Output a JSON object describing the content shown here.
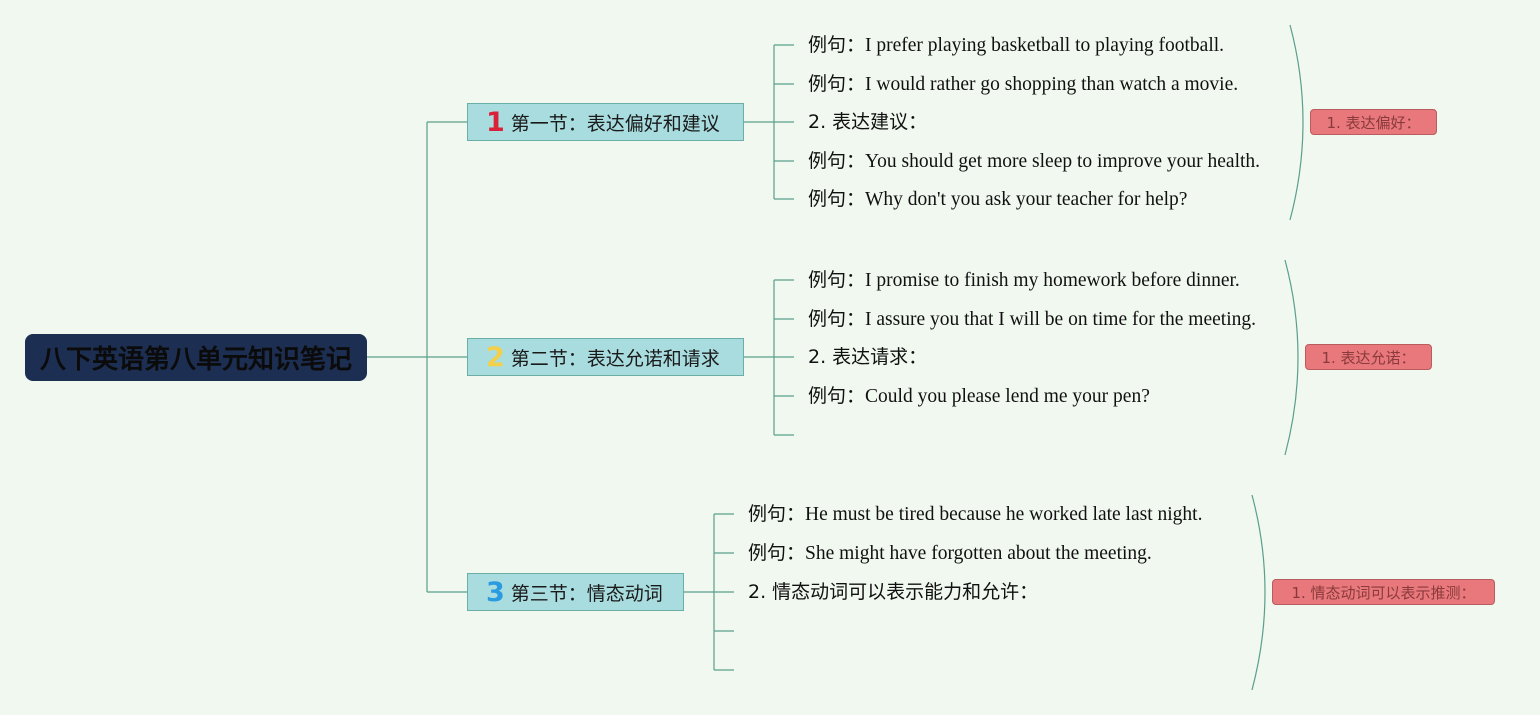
{
  "root": {
    "title": "八下英语第八单元知识笔记"
  },
  "sections": [
    {
      "number": "1",
      "number_color": "#d9213a",
      "title": "第一节：表达偏好和建议",
      "tag": "1. 表达偏好：",
      "leaves": [
        {
          "prefix": "例句：",
          "text": "I prefer playing basketball to playing football."
        },
        {
          "prefix": "例句：",
          "text": "I would rather go shopping than watch a movie."
        },
        {
          "prefix": "2. 表达建议：",
          "text": ""
        },
        {
          "prefix": "例句：",
          "text": "You should get more sleep to improve your health."
        },
        {
          "prefix": "例句：",
          "text": "Why don't you ask your teacher for help?"
        }
      ]
    },
    {
      "number": "2",
      "number_color": "#f3cf4a",
      "title": "第二节：表达允诺和请求",
      "tag": "1. 表达允诺：",
      "leaves": [
        {
          "prefix": "例句：",
          "text": "I promise to finish my homework before dinner."
        },
        {
          "prefix": "例句：",
          "text": "I assure you that I will be on time for the meeting."
        },
        {
          "prefix": "2. 表达请求：",
          "text": ""
        },
        {
          "prefix": "例句：",
          "text": "Could you please lend me your pen?"
        },
        {
          "prefix": "",
          "text": ""
        }
      ]
    },
    {
      "number": "3",
      "number_color": "#2b9be0",
      "title": "第三节：情态动词",
      "tag": "1. 情态动词可以表示推测：",
      "leaves": [
        {
          "prefix": "例句：",
          "text": "He must be tired because he worked late last night."
        },
        {
          "prefix": "例句：",
          "text": "She might have forgotten about the meeting."
        },
        {
          "prefix": "2. 情态动词可以表示能力和允许：",
          "text": ""
        },
        {
          "prefix": "",
          "text": ""
        },
        {
          "prefix": "",
          "text": ""
        }
      ]
    }
  ],
  "colors": {
    "connector": "#5a9e8c",
    "root_fill": "#1c2e52",
    "section_fill": "#a9dcdf",
    "tag_fill": "#e8787b"
  }
}
